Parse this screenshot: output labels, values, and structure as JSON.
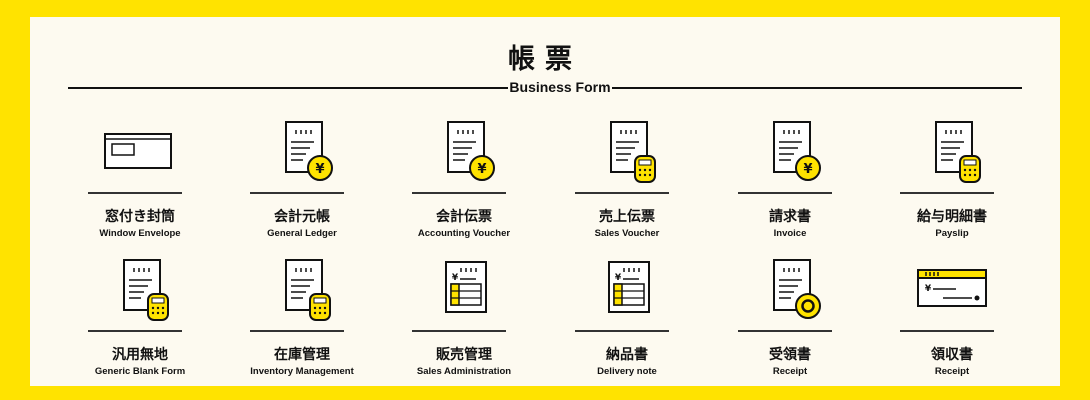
{
  "header": {
    "title": "帳票",
    "subtitle": "Business Form"
  },
  "colors": {
    "accent": "#ffe300",
    "panel": "#fdfaf0",
    "ink": "#111111"
  },
  "items": [
    {
      "jp": "窓付き封筒",
      "en": "Window Envelope",
      "icon": "envelope-icon"
    },
    {
      "jp": "会計元帳",
      "en": "General Ledger",
      "icon": "ledger-yen-icon"
    },
    {
      "jp": "会計伝票",
      "en": "Accounting Voucher",
      "icon": "voucher-yen-icon"
    },
    {
      "jp": "売上伝票",
      "en": "Sales Voucher",
      "icon": "sales-voucher-calculator-icon"
    },
    {
      "jp": "請求書",
      "en": "Invoice",
      "icon": "invoice-yen-icon"
    },
    {
      "jp": "給与明細書",
      "en": "Payslip",
      "icon": "payslip-calculator-icon"
    },
    {
      "jp": "汎用無地",
      "en": "Generic Blank Form",
      "icon": "blank-form-calculator-icon"
    },
    {
      "jp": "在庫管理",
      "en": "Inventory Management",
      "icon": "inventory-calculator-icon"
    },
    {
      "jp": "販売管理",
      "en": "Sales Administration",
      "icon": "sales-admin-table-icon"
    },
    {
      "jp": "納品書",
      "en": "Delivery note",
      "icon": "delivery-note-table-icon"
    },
    {
      "jp": "受領書",
      "en": "Receipt",
      "icon": "receipt-stamp-icon"
    },
    {
      "jp": "領収書",
      "en": "Receipt",
      "icon": "check-receipt-icon"
    }
  ]
}
